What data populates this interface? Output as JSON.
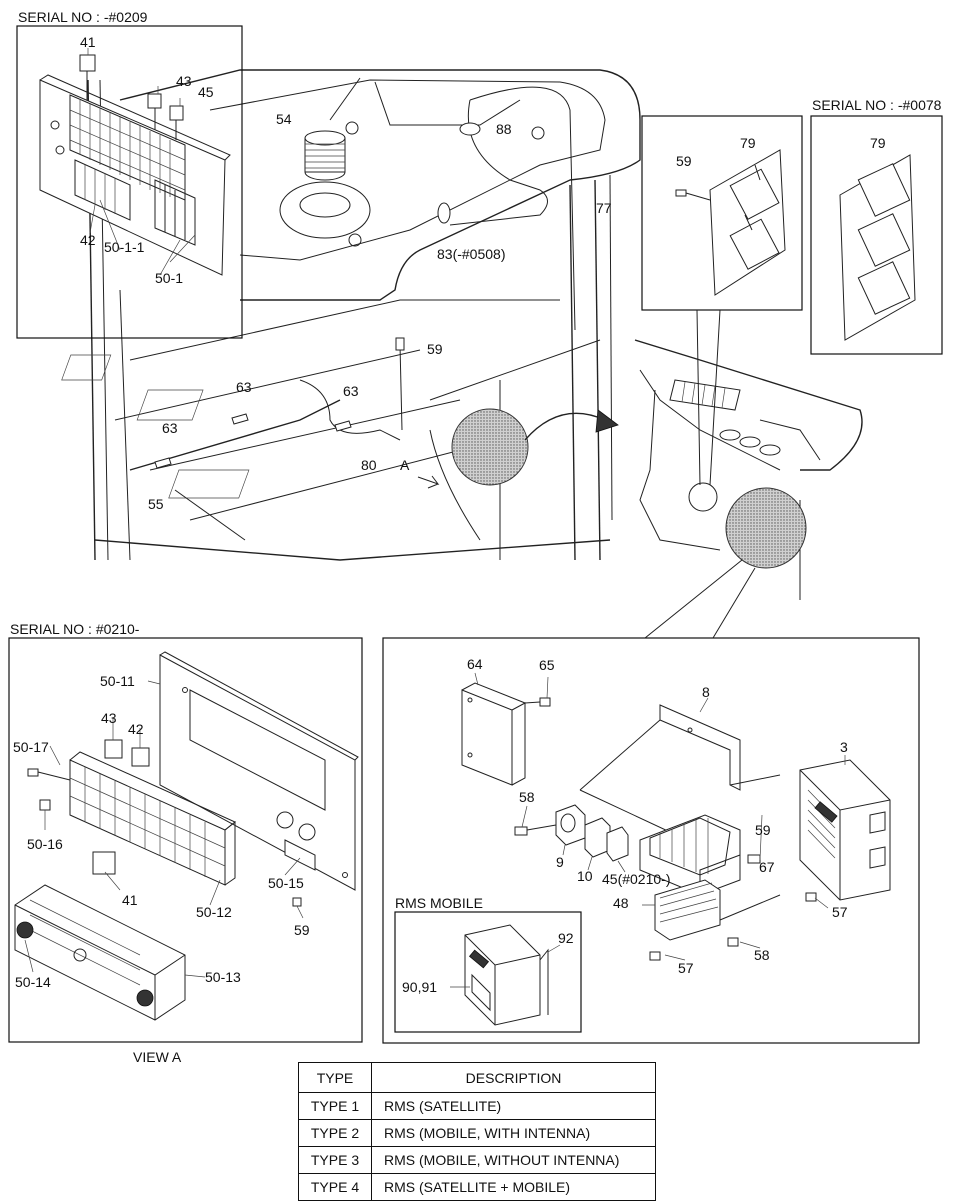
{
  "serial_labels": {
    "top_left": "SERIAL NO : -#0209",
    "top_right": "SERIAL NO : -#0078",
    "lower_left": "SERIAL NO : #0210-"
  },
  "captions": {
    "view_a": "VIEW A",
    "rms_mobile": "RMS MOBILE",
    "arrow_a": "A"
  },
  "part_labels": {
    "p41a": "41",
    "p43a": "43",
    "p45a": "45",
    "p42a": "42",
    "p50_1_1": "50-1-1",
    "p50_1": "50-1",
    "p54": "54",
    "p88": "88",
    "p83": "83(-#0508)",
    "p77": "77",
    "p59a": "59",
    "p63a": "63",
    "p63b": "63",
    "p63c": "63",
    "p80": "80",
    "p55": "55",
    "p59b": "59",
    "p79a": "79",
    "p79b": "79",
    "p50_11": "50-11",
    "p43b": "43",
    "p42b": "42",
    "p50_17": "50-17",
    "p50_16": "50-16",
    "p41b": "41",
    "p50_12": "50-12",
    "p50_15": "50-15",
    "p59c": "59",
    "p50_14": "50-14",
    "p50_13": "50-13",
    "p64": "64",
    "p65": "65",
    "p8": "8",
    "p3": "3",
    "p58a": "58",
    "p59d": "59",
    "p9": "9",
    "p10": "10",
    "p45b": "45(#0210-)",
    "p67": "67",
    "p57a": "57",
    "p48": "48",
    "p58b": "58",
    "p57b": "57",
    "p92": "92",
    "p90_91": "90,91"
  },
  "type_table": {
    "headers": [
      "TYPE",
      "DESCRIPTION"
    ],
    "rows": [
      [
        "TYPE 1",
        "RMS (SATELLITE)"
      ],
      [
        "TYPE 2",
        "RMS (MOBILE, WITH INTENNA)"
      ],
      [
        "TYPE 3",
        "RMS (MOBILE, WITHOUT INTENNA)"
      ],
      [
        "TYPE 4",
        "RMS (SATELLITE + MOBILE)"
      ]
    ]
  }
}
